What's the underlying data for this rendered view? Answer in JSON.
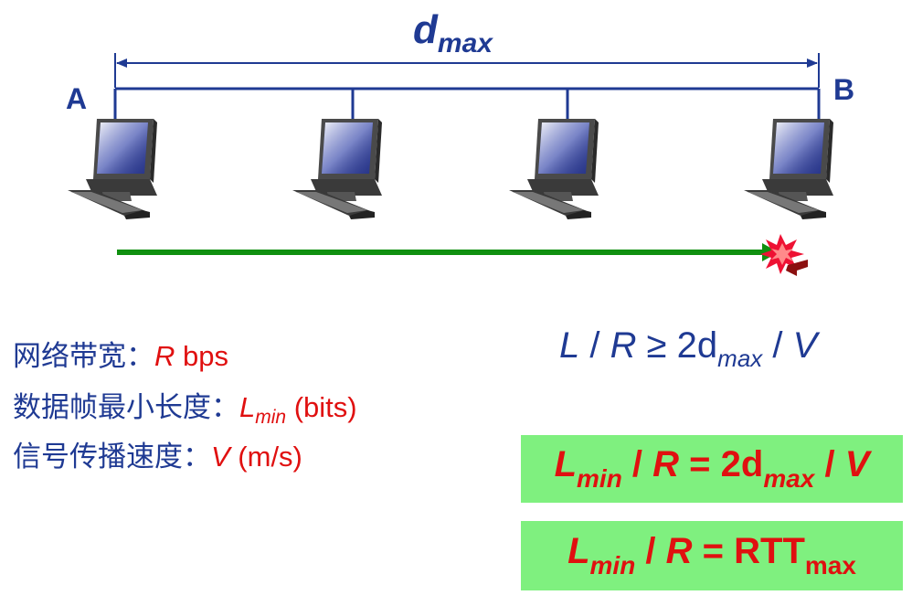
{
  "diagram": {
    "distance_label": "d",
    "distance_sub": "max",
    "node_a": "A",
    "node_b": "B"
  },
  "params": {
    "bandwidth_label": "网络带宽：",
    "bandwidth_var": "R",
    "bandwidth_unit": " bps",
    "frame_label": "数据帧最小长度：",
    "frame_var": "L",
    "frame_sub": "min",
    "frame_unit": " (bits)",
    "speed_label": "信号传播速度：",
    "speed_var": "V",
    "speed_unit": " (m/s)"
  },
  "formulas": {
    "inequality": {
      "l": "L",
      "slash1": " / ",
      "r": "R",
      "mid": " ≥ 2d",
      "sub": "max",
      "slash2": " / ",
      "v": "V"
    },
    "eq1": {
      "l": "L",
      "lsub": "min",
      "slash1": " / ",
      "r": "R",
      "mid": " = 2d",
      "sub": "max",
      "slash2": " / ",
      "v": "V"
    },
    "eq2": {
      "l": "L",
      "lsub": "min",
      "slash1": " / ",
      "r": "R",
      "mid": " = RTT",
      "sub": "max"
    }
  },
  "colors": {
    "blue": "#1f3a93",
    "red": "#e01010",
    "green_arrow": "#109010",
    "box_fill": "#7ff07f"
  }
}
